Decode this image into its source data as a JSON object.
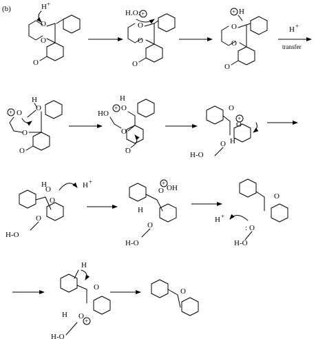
{
  "part_label": "(b)",
  "labels": {
    "h_plus": "H",
    "plus_sup": "+",
    "transfer": "transfer",
    "h_o_dot": "H.O:",
    "h_o_chain": "H-O",
    "ho": "HO",
    "o": "O",
    "h": "H",
    "oh": "OH",
    "plus_circle": "+",
    "lone_pair": ":",
    "dots": ".."
  }
}
